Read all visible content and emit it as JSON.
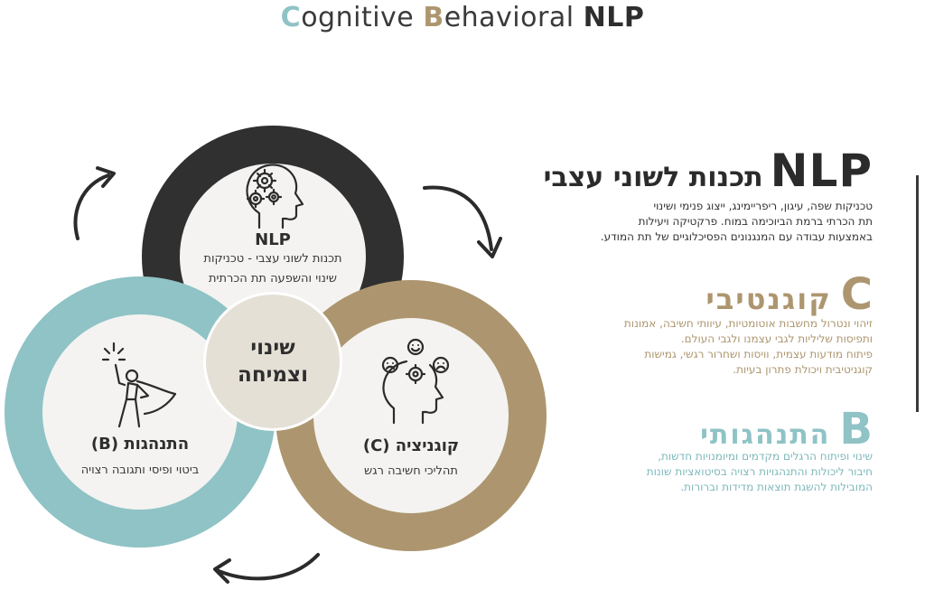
{
  "title": {
    "c": "C",
    "ognitive": "ognitive",
    "b": "B",
    "ehavioral": "ehavioral",
    "nlp": "NLP"
  },
  "center": {
    "line1": "שינוי",
    "line2": "וצמיחה"
  },
  "ring_nlp": {
    "heading": "NLP",
    "desc1": "תכנות לשוני עצבי - טכניקות",
    "desc2": "שינוי והשפעה תת הכרתית"
  },
  "ring_b": {
    "heading": "התנהגות (B)",
    "desc": "ביטוי ופיסי ותגובה רצויה"
  },
  "ring_c": {
    "heading": "קוגניציה (C)",
    "desc": "תהליכי חשיבה רגש"
  },
  "side_nlp": {
    "letters": "NLP",
    "subtitle": "תכנות לשוני עצבי",
    "lines": [
      "טכניקות שפה, עיגון, ריפריימינג, ייצוג פנימי ושינוי",
      "תת הכרתי ברמת הביוכימה במוח. פרקטיקה ויעילות",
      "באמצעות עבודה עם המנגנונים הפסיכלוגיים של תת המודע."
    ]
  },
  "side_c": {
    "letter": "C",
    "subtitle": "קוגנטיבי",
    "lines": [
      "זיהוי ונטרול מחשבות אוטומטיות, עיוותי חשיבה, אמונות",
      "ותפיסות שליליות לגבי עצמנו ולגבי העולם.",
      "פיתוח מודעות עצמית, וויסות ושחרור רגשי, גמישות",
      "קוגניטיבית ויכולת פתרון בעיות."
    ]
  },
  "side_b": {
    "letter": "B",
    "subtitle": "התנהגותי",
    "lines": [
      "שינוי ופיתוח הרגלים מקדמים ומיומנויות חדשות,",
      "חיבור ליכולות והתנהגויות רצויה בסיטואציות שונות",
      "המובילות להשגת תוצאות מדידות וברורות."
    ]
  },
  "colors": {
    "dark": "#303030",
    "teal": "#8fc3c6",
    "tan": "#ad966f",
    "center": "#e5e0d6",
    "inner": "#f4f3f1"
  },
  "icons": [
    "head-gears-icon",
    "hero-cape-icon",
    "head-emotions-icon",
    "cycle-arrow-icon"
  ]
}
